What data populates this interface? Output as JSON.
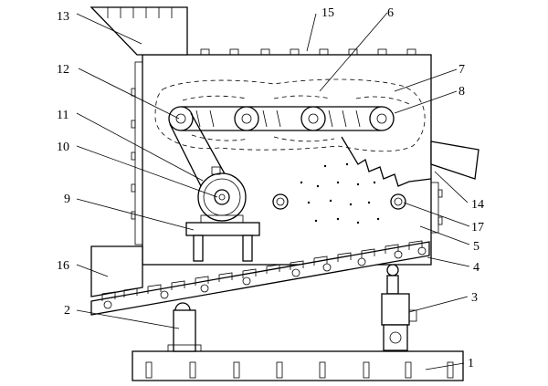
{
  "figure": {
    "callouts": [
      {
        "id": "1",
        "text": "1"
      },
      {
        "id": "2",
        "text": "2"
      },
      {
        "id": "3",
        "text": "3"
      },
      {
        "id": "4",
        "text": "4"
      },
      {
        "id": "5",
        "text": "5"
      },
      {
        "id": "6",
        "text": "6"
      },
      {
        "id": "7",
        "text": "7"
      },
      {
        "id": "8",
        "text": "8"
      },
      {
        "id": "9",
        "text": "9"
      },
      {
        "id": "10",
        "text": "10"
      },
      {
        "id": "11",
        "text": "11"
      },
      {
        "id": "12",
        "text": "12"
      },
      {
        "id": "13",
        "text": "13"
      },
      {
        "id": "14",
        "text": "14"
      },
      {
        "id": "15",
        "text": "15"
      },
      {
        "id": "16",
        "text": "16"
      },
      {
        "id": "17",
        "text": "17"
      }
    ]
  }
}
